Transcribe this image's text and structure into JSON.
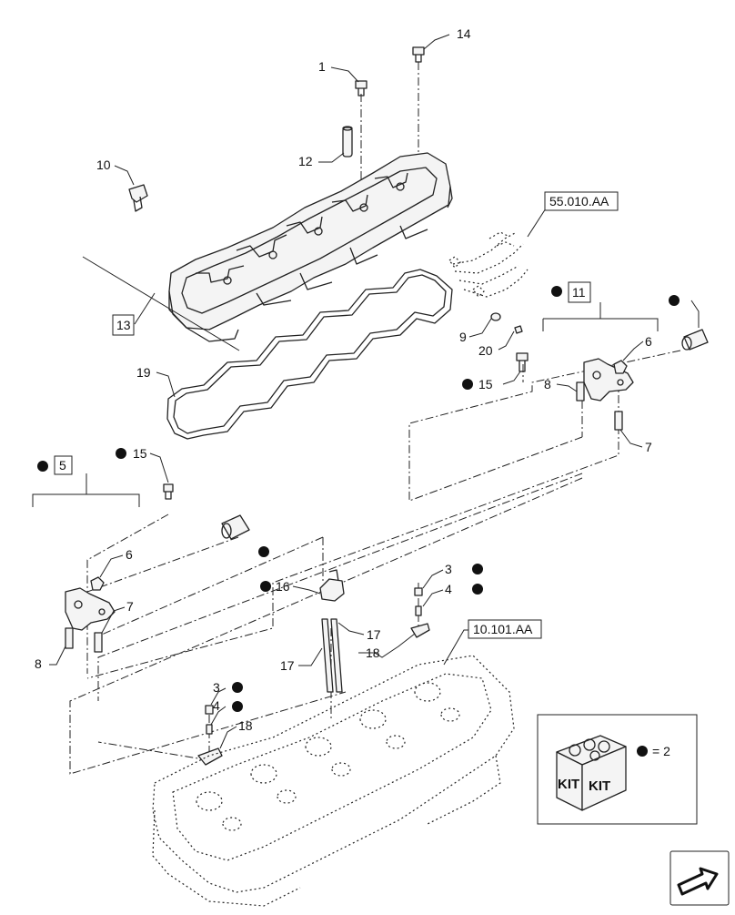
{
  "callouts": {
    "c1": "1",
    "c14": "14",
    "c12": "12",
    "c10": "10",
    "c13": "13",
    "c19": "19",
    "c9": "9",
    "c20": "20",
    "c15a": "15",
    "c11": "11",
    "c6a": "6",
    "c8a": "8",
    "c7a": "7",
    "c5": "5",
    "c15b": "15",
    "c6b": "6",
    "c7b": "7",
    "c8b": "8",
    "c16": "16",
    "c17a": "17",
    "c17b": "17",
    "c18a": "18",
    "c3a": "3",
    "c4a": "4",
    "c3b": "3",
    "c4b": "4",
    "c18b": "18"
  },
  "references": {
    "harness": "55.010.AA",
    "cylinder_head": "10.101.AA"
  },
  "kit_legend": {
    "kit_label_left": "KIT",
    "kit_label_right": "KIT",
    "equals": "= 2"
  },
  "icons": [
    "kit-dot-icon",
    "navigation-arrow-icon"
  ],
  "colors": {
    "ink": "#222222",
    "background": "#ffffff"
  }
}
